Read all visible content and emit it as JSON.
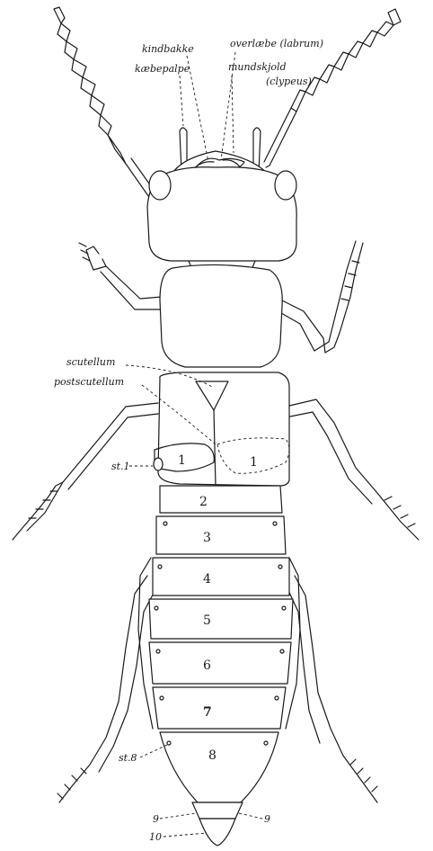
{
  "labels": {
    "kindbakke": "kindbakke",
    "overlaebe": "overlæbe (labrum)",
    "kaebepalpe": "kæbepalpe",
    "mundskjold": "mundskjold",
    "clypeus": "(clypeus)",
    "scutellum": "scutellum",
    "postscutellum": "postscutellum",
    "st1": "st.1",
    "st8": "st.8",
    "seg9_left": "9",
    "seg9_right": "9",
    "seg10": "10"
  },
  "segments": [
    "1",
    "1",
    "2",
    "3",
    "4",
    "5",
    "6",
    "7",
    "8"
  ],
  "colors": {
    "ink": "#1a1a1a",
    "paper": "#ffffff"
  }
}
